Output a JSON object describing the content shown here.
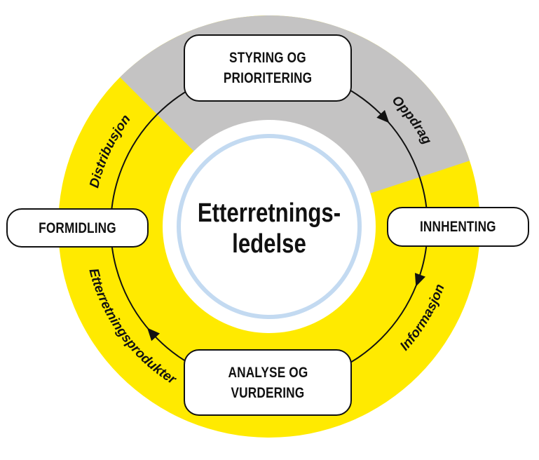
{
  "center": {
    "line1": "Etterretnings-",
    "line2": "ledelse"
  },
  "steps": [
    {
      "id": "styring",
      "line1": "STYRING OG",
      "line2": "PRIORITERING"
    },
    {
      "id": "innhenting",
      "line1": "INNHENTING"
    },
    {
      "id": "analyse",
      "line1": "ANALYSE OG",
      "line2": "VURDERING"
    },
    {
      "id": "formidling",
      "line1": "FORMIDLING"
    }
  ],
  "flows": {
    "oppdrag": "Oppdrag",
    "informasjon": "Informasjon",
    "etterretningsprodukter": "Etterretningsprodukter",
    "distribusjon": "Distribusjon"
  },
  "colors": {
    "yellow": "#FFEA00",
    "gray": "#C4C3C3",
    "blue_ring": "#C3DAF1",
    "outline": "#111111"
  }
}
